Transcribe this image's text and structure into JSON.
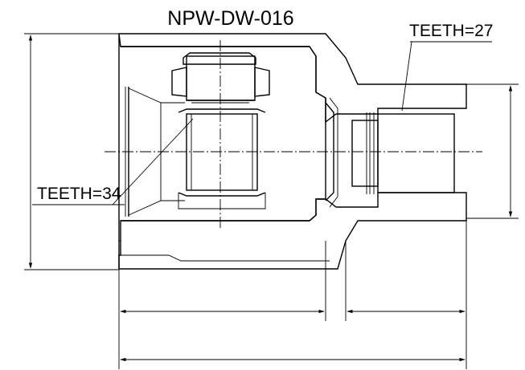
{
  "drawing": {
    "part_number": "NPW-DW-016",
    "outer_teeth_label": "TEETH=27",
    "inner_teeth_label": "TEETH=34"
  },
  "icons": {
    "hatch": "diagonal-hatch-pattern",
    "arrow": "dimension-arrowhead"
  }
}
